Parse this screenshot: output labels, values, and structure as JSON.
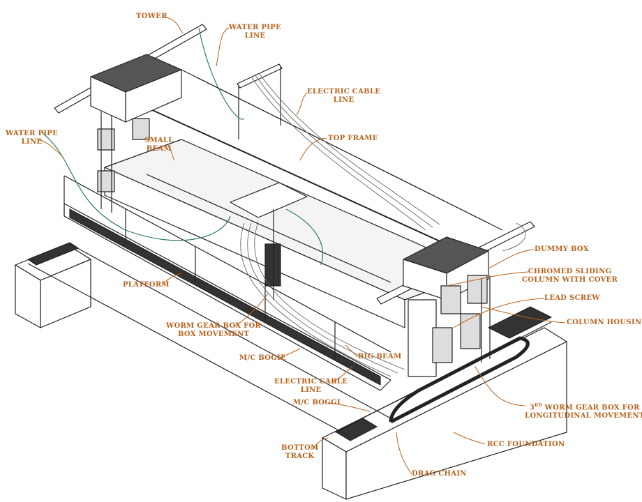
{
  "title": "Machine general arrangement (isometric)",
  "colors": {
    "label": "#b8621b",
    "line": "#222222",
    "water_pipe": "#2e7d5b"
  },
  "labels": {
    "tower": "TOWER",
    "water_pipe_top": [
      "WATER PIPE",
      "LINE"
    ],
    "electric_cable_top": [
      "ELECTRIC CABLE",
      "LINE"
    ],
    "top_frame": "TOP FRAME",
    "water_pipe_left": [
      "WATER PIPE",
      "LINE"
    ],
    "small_beam": [
      "SMALL",
      "BEAM"
    ],
    "dummy_box": "DUMMY BOX",
    "chromed_column": [
      "CHROMED SLIDING",
      "COLUMN WITH COVER"
    ],
    "lead_screw": "LEAD SCREW",
    "column_housing": "COLUMN HOUSING",
    "platform": "PLATFORM",
    "worm_gear_box": [
      "WORM GEAR BOX FOR",
      "BOX MOVEMENT"
    ],
    "mc_bogie": "M/C BOGIE",
    "big_beam": "BIG BEAM",
    "electric_cable_bottom": [
      "ELECTRIC CABLE",
      "LINE"
    ],
    "mc_boggi": "M/C BOGGI",
    "worm_gear_3rd_prefix": "3",
    "worm_gear_3rd_sup": "RD",
    "worm_gear_3rd": [
      "WORM GEAR BOX FOR",
      "LONGITUDINAL MOVEMENT"
    ],
    "rcc_foundation": "RCC FOUNDATION",
    "bottom_track": [
      "BOTTOM",
      "TRACK"
    ],
    "drag_chain": "DRAG CHAIN"
  }
}
